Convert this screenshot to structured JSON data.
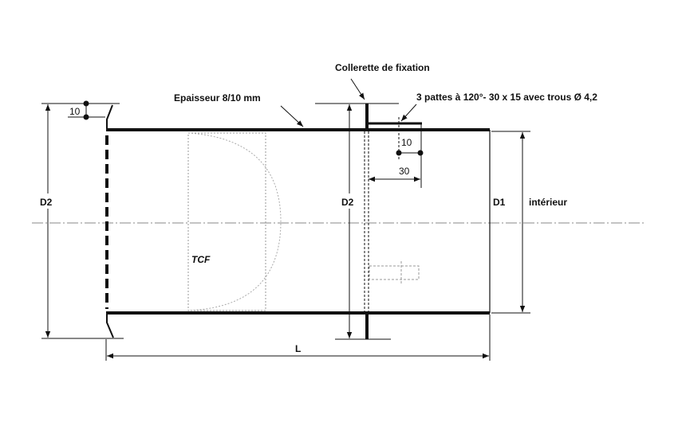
{
  "labels": {
    "collar": "Collerette de fixation",
    "thickness": "Epaisseur 8/10 mm",
    "tabs": "3 pattes à 120°- 30 x 15 avec trous Ø 4,2",
    "d2_left": "D2",
    "d2_middle": "D2",
    "d1": "D1",
    "interior": "intérieur",
    "length": "L",
    "tcf": "TCF",
    "dim_10_left": "10",
    "dim_10_tab": "10",
    "dim_30_tab": "30"
  },
  "colors": {
    "line": "#111111",
    "hidden": "#999999"
  }
}
